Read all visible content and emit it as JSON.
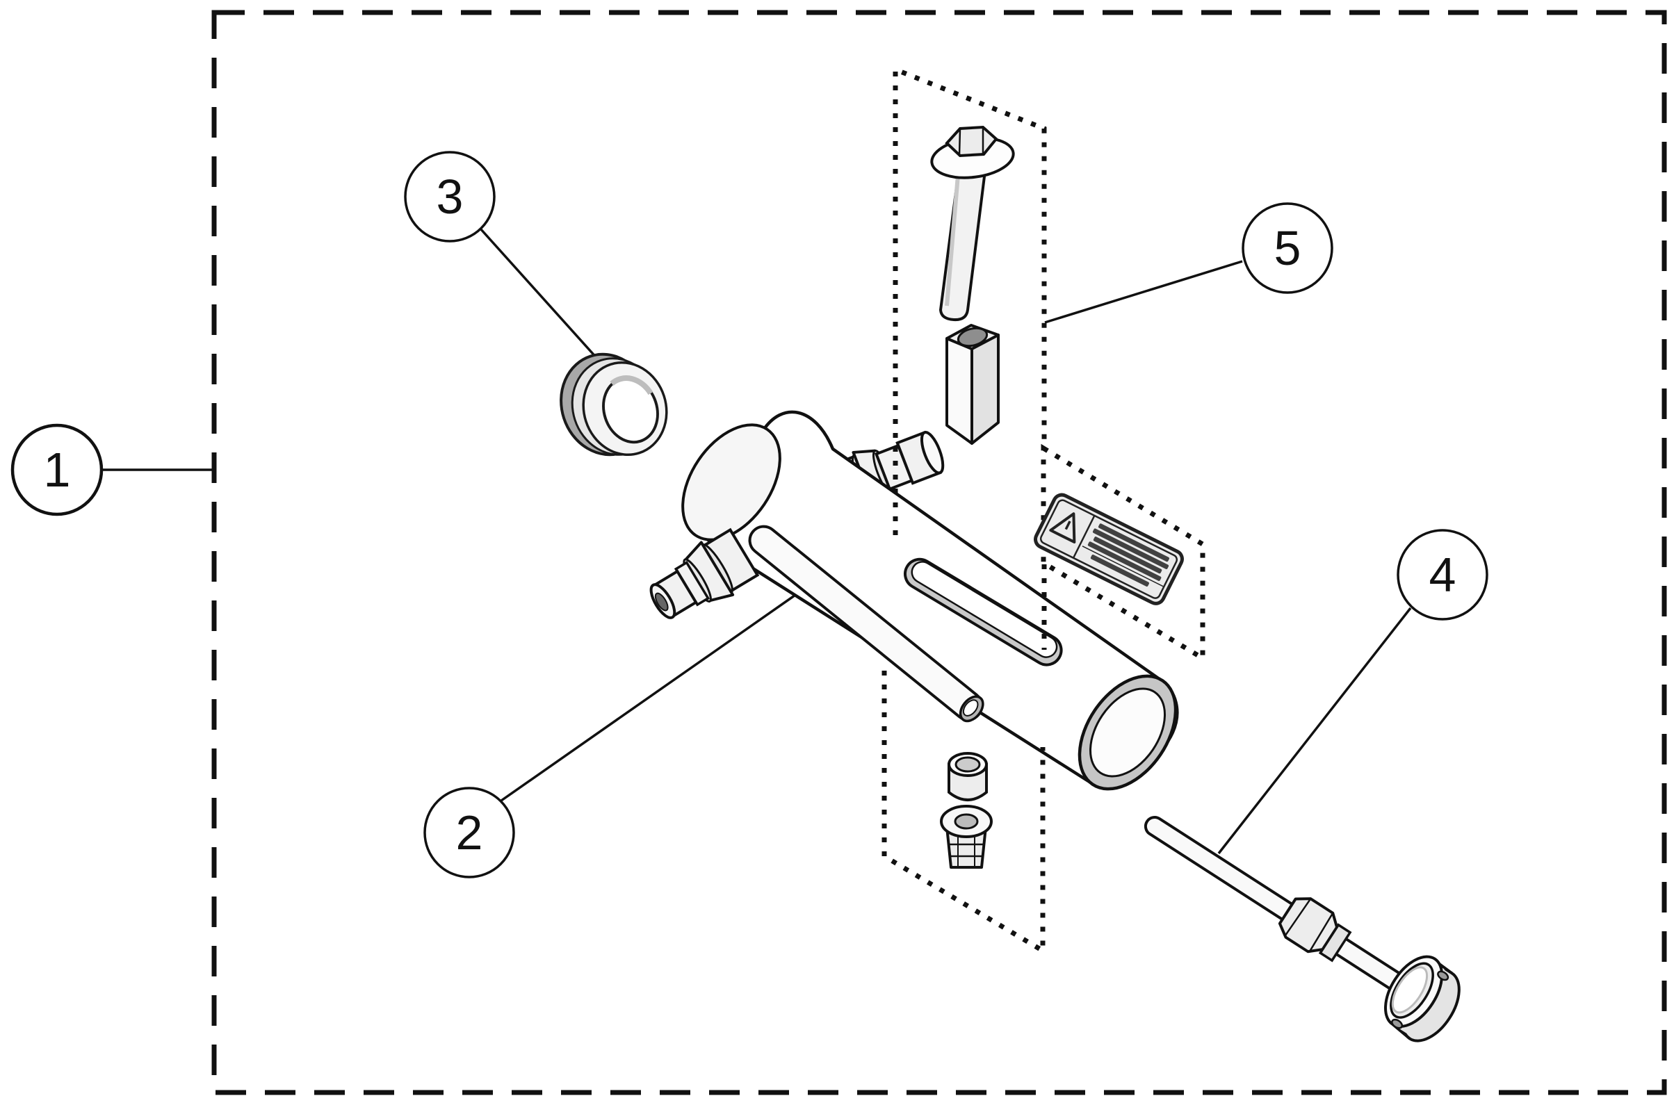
{
  "figure": {
    "type": "exploded-parts-diagram",
    "background_color": "#ffffff",
    "line_color": "#111111",
    "callouts": [
      {
        "number": "1",
        "target": "kit-boundary"
      },
      {
        "number": "2",
        "target": "manifold-body"
      },
      {
        "number": "3",
        "target": "grommet"
      },
      {
        "number": "4",
        "target": "tool-rod"
      },
      {
        "number": "5",
        "target": "mounting-hardware"
      }
    ],
    "warning_label": {
      "icon": "warning-triangle-icon",
      "text_legible": false
    },
    "colors": {
      "outline": "#111111",
      "part_fill": "#f7f7f7",
      "shade_gray": "#c6c6c6",
      "dark_gray": "#9a9a9a"
    }
  }
}
